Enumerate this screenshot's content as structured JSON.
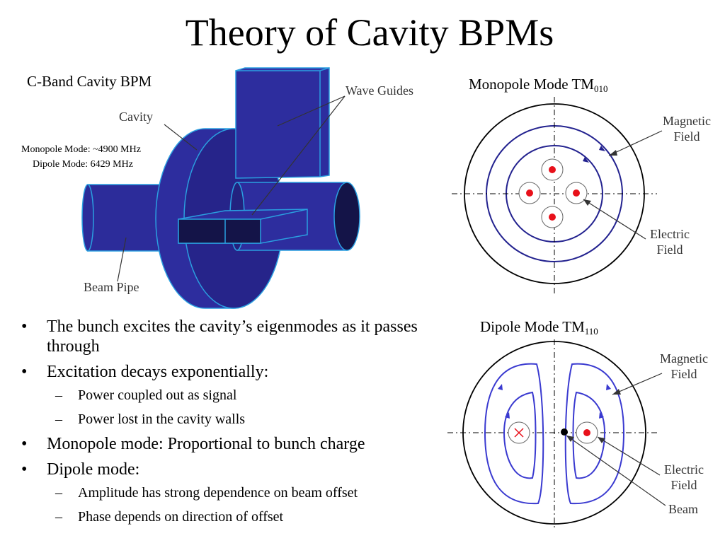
{
  "title": "Theory of Cavity BPMs",
  "bpm": {
    "heading": "C-Band Cavity BPM",
    "mode_monopole": "Monopole Mode: ~4900 MHz",
    "mode_dipole": "Dipole Mode: 6429 MHz",
    "label_cavity": "Cavity",
    "label_waveguides": "Wave Guides",
    "label_beampipe": "Beam Pipe"
  },
  "monopole": {
    "title": "Monopole Mode TM",
    "subscript": "010",
    "magnetic_1": "Magnetic",
    "magnetic_2": "Field",
    "electric_1": "Electric",
    "electric_2": "Field"
  },
  "dipole": {
    "title": "Dipole Mode TM",
    "subscript": "110",
    "magnetic_1": "Magnetic",
    "magnetic_2": "Field",
    "electric_1": "Electric",
    "electric_2": "Field",
    "beam": "Beam"
  },
  "bullets": [
    {
      "text": "The bunch excites the cavity’s eigenmodes as it passes through"
    },
    {
      "text": "Excitation decays exponentially:",
      "sub": [
        "Power coupled out as signal",
        "Power lost in the cavity walls"
      ]
    },
    {
      "text": "Monopole mode: Proportional to bunch charge"
    },
    {
      "text": "Dipole mode:",
      "sub": [
        "Amplitude has strong dependence on beam offset",
        "Phase depends on direction of offset"
      ]
    }
  ],
  "colors": {
    "cavity_blue": "#2d2d9e",
    "dark_blue": "#26248a",
    "edge_cyan": "#2a9fe0",
    "field_line": "#23228f",
    "dipole_line": "#3a3ad0",
    "charge_red": "#e8101a"
  }
}
